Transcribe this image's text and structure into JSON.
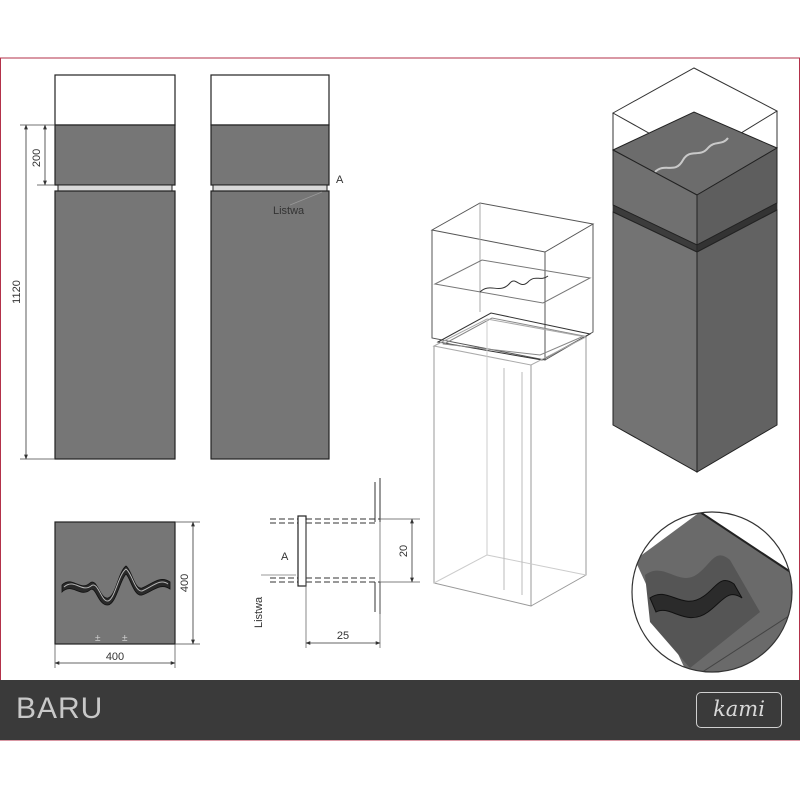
{
  "dimensions": {
    "height_total": "1120",
    "height_top": "200",
    "base_width": "400",
    "base_depth": "400",
    "profile_height": "20",
    "profile_depth": "25"
  },
  "labels": {
    "detail_marker": "A",
    "strip_label": "Listwa"
  },
  "footer": {
    "title": "BARU",
    "brand": "kami"
  },
  "colors": {
    "panel_gray": "#767676",
    "frame_border": "#b3314a",
    "footer_bg": "#3a3a3a"
  }
}
